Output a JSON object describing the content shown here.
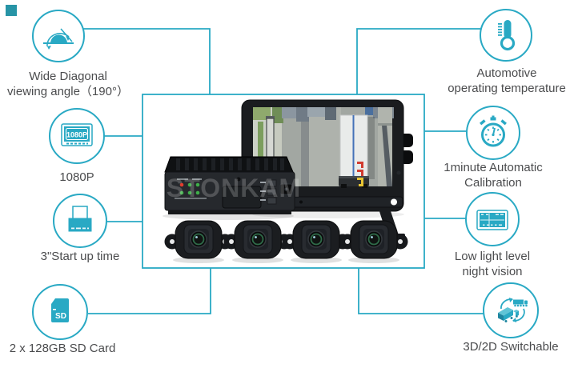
{
  "palette": {
    "accent": "#29a9c4",
    "accent_light": "#5fc4d6",
    "text": "#4b4c4e"
  },
  "watermark": "STONKAM",
  "callouts": {
    "wide_angle": {
      "icon": "wide-angle-icon",
      "line1": "Wide Diagonal",
      "line2": "viewing angle（190°）"
    },
    "p1080": {
      "icon": "1080p-monitor-icon",
      "line1": "1080P",
      "icon_text": "1080P"
    },
    "startup": {
      "icon": "startup-screen-icon",
      "line1": "3\"Start up time"
    },
    "sd": {
      "icon": "sd-card-icon",
      "line1": "2 x 128GB SD Card",
      "icon_text": "SD"
    },
    "temperature": {
      "icon": "thermometer-icon",
      "line1": "Automotive",
      "line2": "operating temperature"
    },
    "calibration": {
      "icon": "stopwatch-icon",
      "line1": "1minute Automatic",
      "line2": "Calibration"
    },
    "night": {
      "icon": "night-vision-icon",
      "line1": "Low light level",
      "line2": "night vision"
    },
    "switchable": {
      "icon": "3d-2d-trucks-icon",
      "line1": "3D/2D Switchable"
    }
  }
}
